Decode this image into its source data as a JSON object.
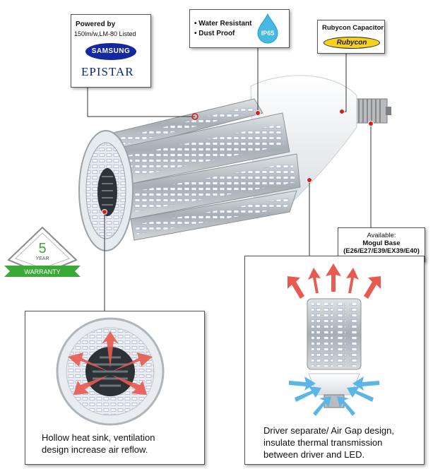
{
  "powered": {
    "title": "Powered by",
    "subtitle": "150lm/w,LM-80 Listed",
    "samsung": "SAMSUNG",
    "epistar": "EPISTAR"
  },
  "features": {
    "water": "Water Resistant",
    "dust": "Dust Proof",
    "ip_badge": "IP65"
  },
  "rubycon": {
    "title": "Rubycon Capacitor",
    "logo": "Rubycon"
  },
  "mogul": {
    "line1": "Available:",
    "line2": "Mogul Base",
    "line3": "(E26/E27/E39/EX39/E40)"
  },
  "warranty": {
    "number": "5",
    "unit": "YEAR",
    "label": "WARRANTY"
  },
  "hollow": {
    "line1": "Hollow heat sink, ventilation",
    "line2": "design increase air reflow."
  },
  "driver": {
    "line1": "Driver separate/ Air Gap design,",
    "line2": "insulate thermal transmission",
    "line3": "between driver and LED."
  },
  "colors": {
    "accent_red": "#e01a1a",
    "samsung_blue": "#1428a0",
    "rubycon_yellow": "#f6d21c",
    "warranty_green": "#3aa935",
    "airflow_blue": "#5bb6e6"
  }
}
